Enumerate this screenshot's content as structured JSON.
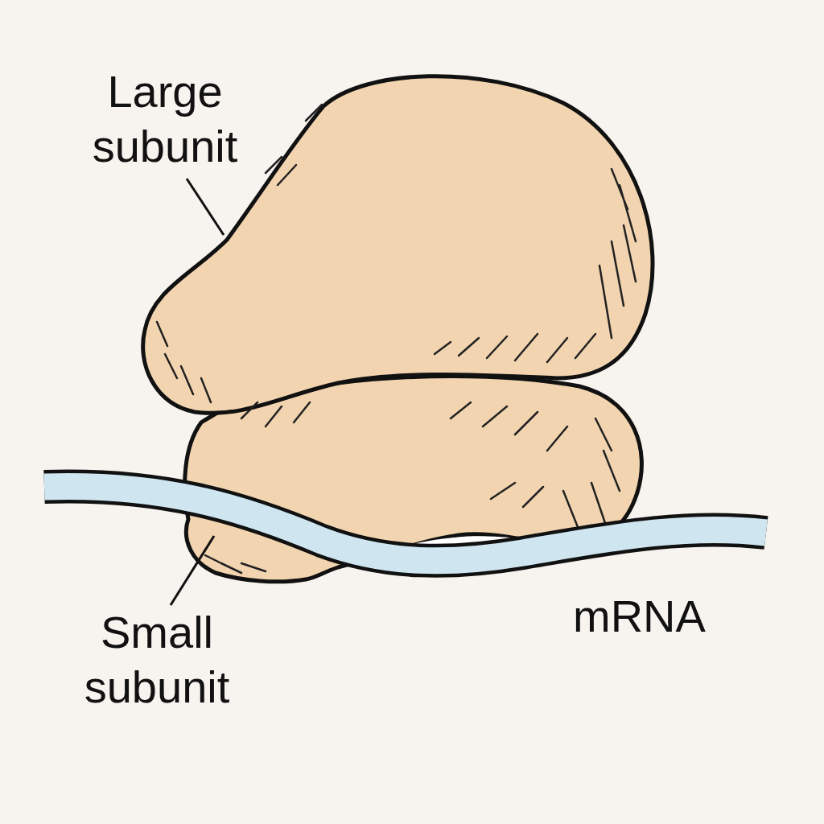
{
  "diagram": {
    "labels": [
      "Large subunit",
      "Small subunit",
      "mRNA"
    ]
  }
}
